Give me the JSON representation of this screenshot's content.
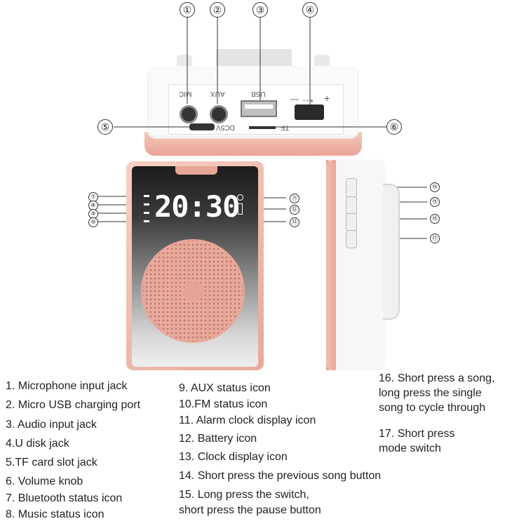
{
  "callouts_top": [
    "①",
    "②",
    "③",
    "④",
    "⑤",
    "⑥"
  ],
  "callouts_left": [
    "⑦",
    "⑧",
    "⑨",
    "⑩"
  ],
  "callouts_display": [
    "⑪",
    "⑫",
    "⑬"
  ],
  "callouts_side": [
    "⑭",
    "⑮",
    "⑯",
    "⑰"
  ],
  "port_labels": {
    "mic": "MIC",
    "aux": "AUX",
    "usb": "USB",
    "volume_minus": "—",
    "volume_plus": "+",
    "dc": "DC5V",
    "tf": "TF"
  },
  "display_time": "20:30",
  "legend": {
    "col1": [
      "1. Microphone input jack",
      "2. Micro USB charging port",
      "3. Audio input jack",
      "4.U disk jack",
      "5.TF card slot jack",
      "6. Volume knob",
      "7. Bluetooth status icon",
      "8. Music status icon"
    ],
    "col2": [
      "9. AUX status icon",
      "10.FM status icon",
      "11. Alarm clock display icon",
      "12. Battery icon",
      "13. Clock display icon",
      "14. Short press the previous song button",
      "15. Long press the switch,",
      "short press the pause button"
    ],
    "col3": [
      "16. Short press a song,",
      "long press the single",
      "song to cycle through",
      "17. Short press",
      "mode switch"
    ]
  }
}
